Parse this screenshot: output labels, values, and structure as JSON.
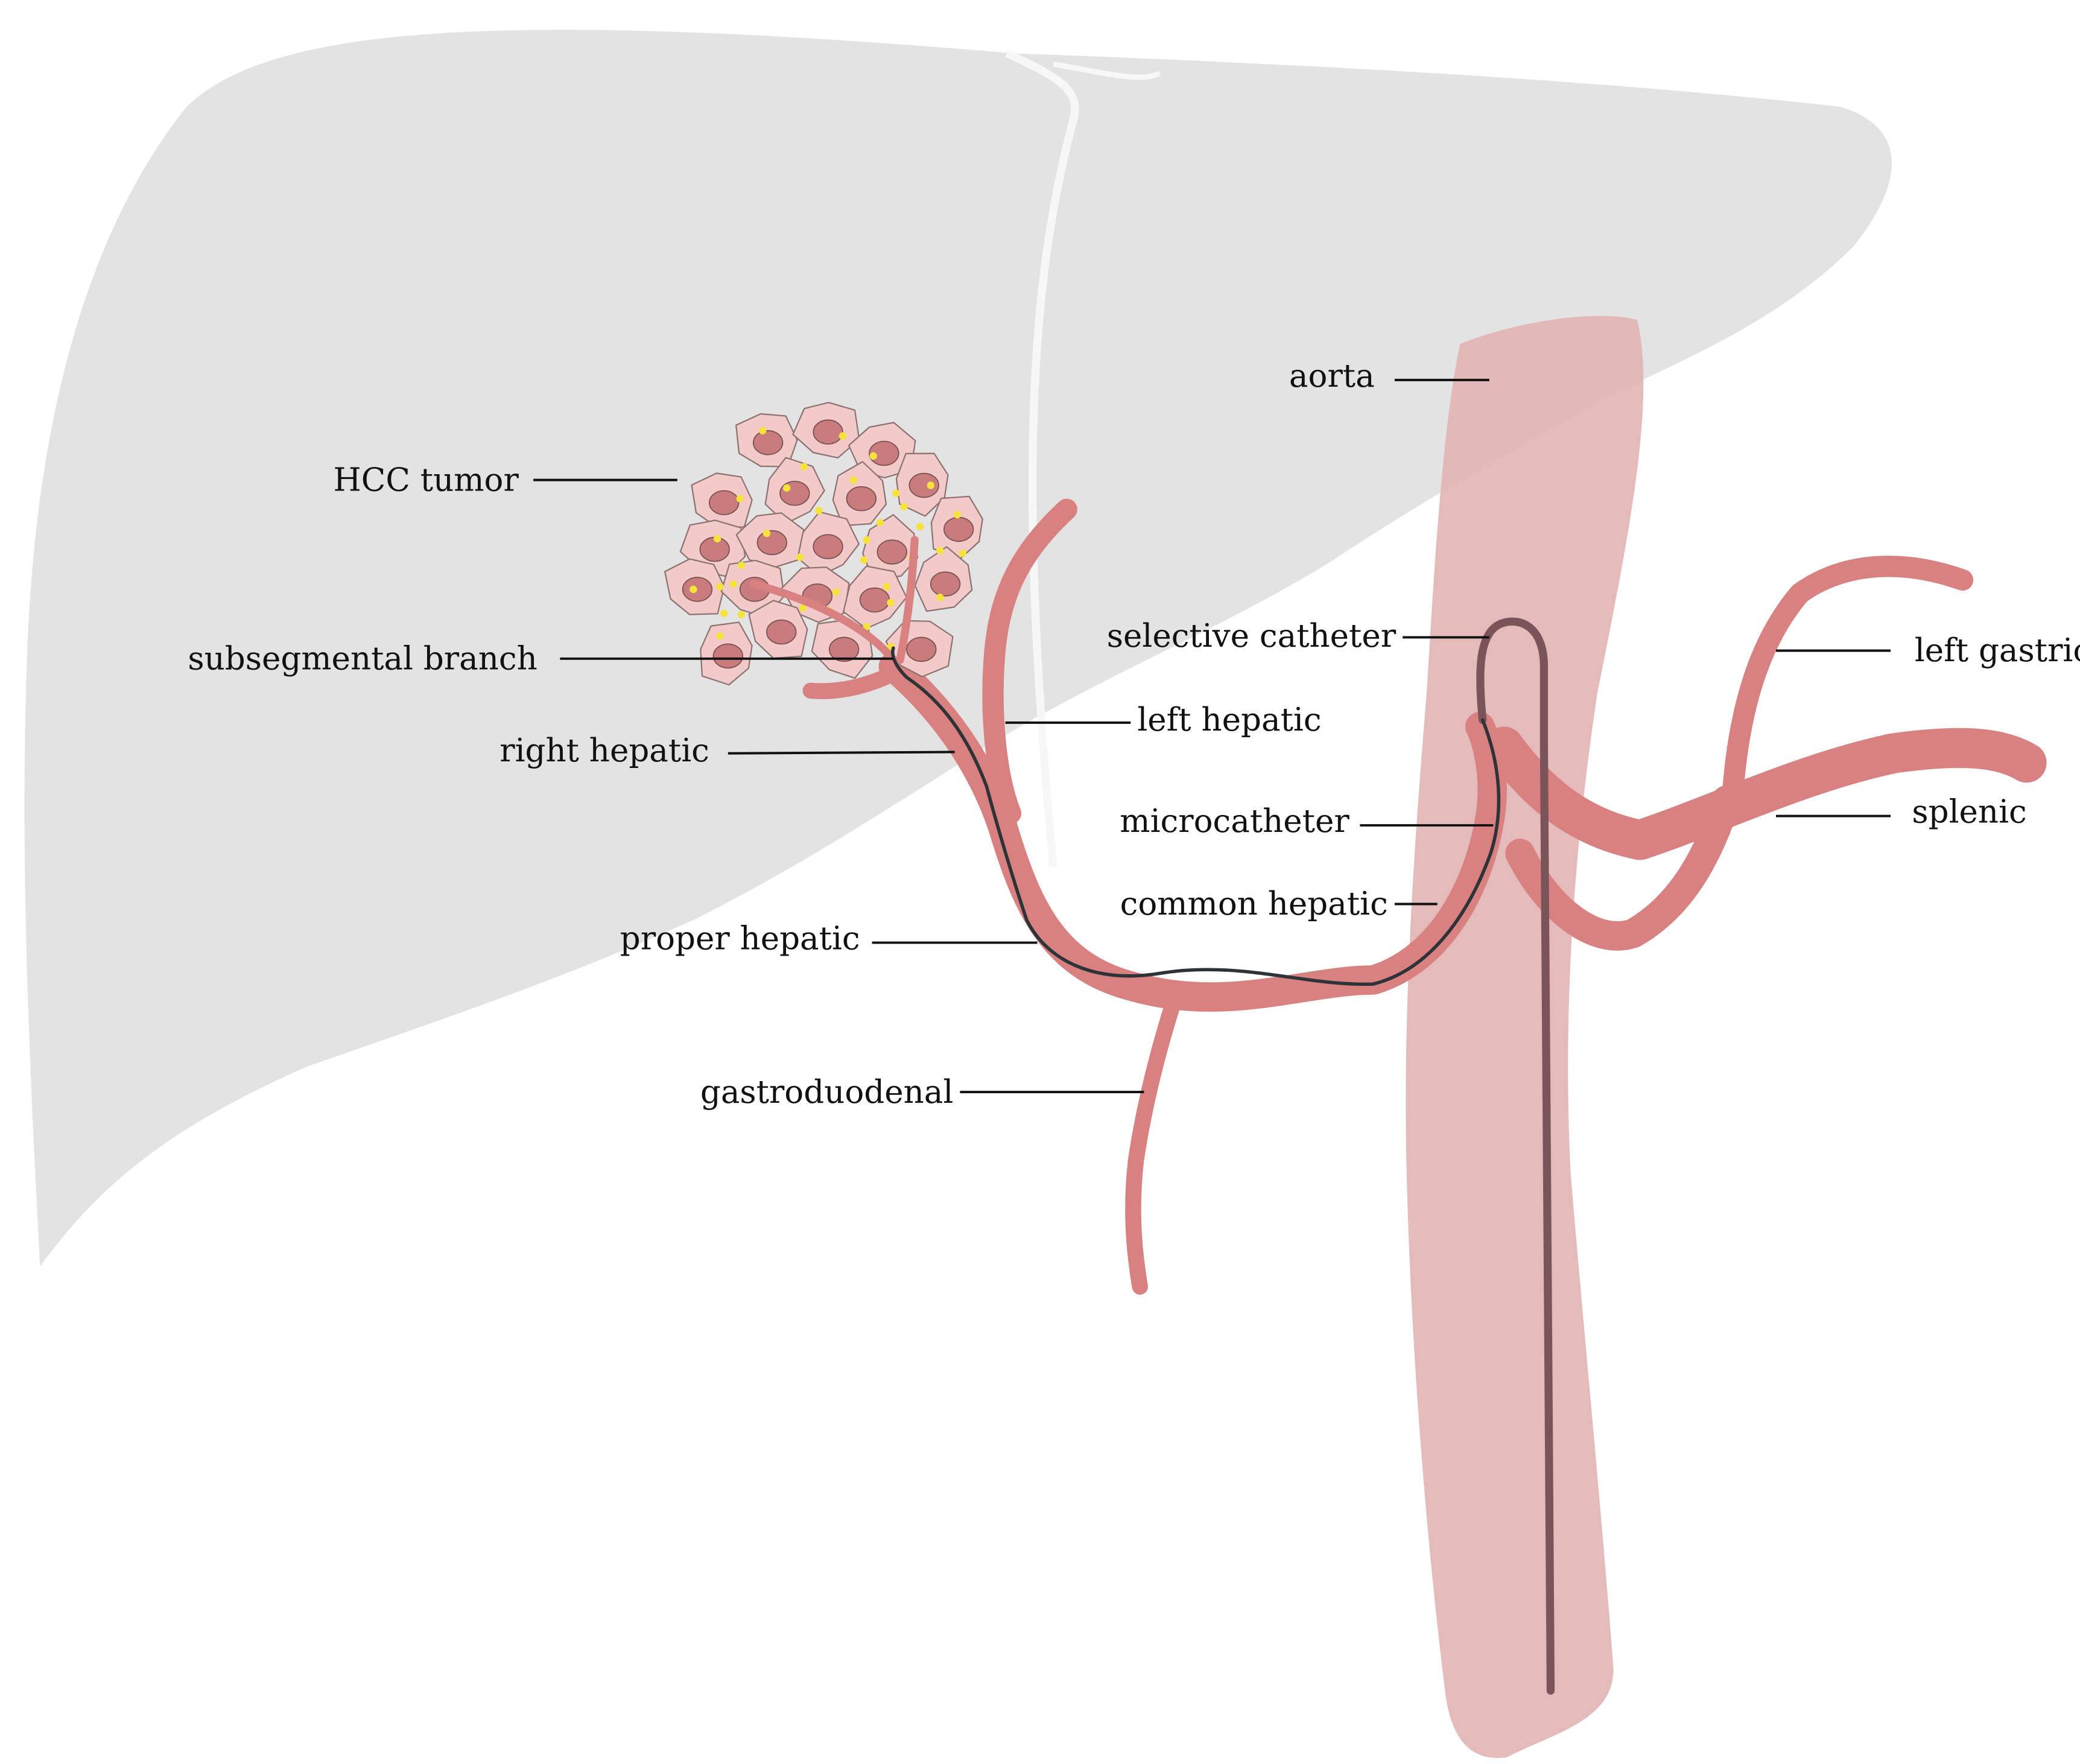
{
  "diagram": {
    "labels": {
      "hcc_tumor": "HCC tumor",
      "subsegmental_branch": "subsegmental branch",
      "right_hepatic": "right hepatic",
      "proper_hepatic": "proper hepatic",
      "gastroduodenal": "gastroduodenal",
      "aorta": "aorta",
      "selective_catheter": "selective catheter",
      "left_hepatic": "left hepatic",
      "microcatheter": "microcatheter",
      "common_hepatic": "common hepatic",
      "left_gastric": "left gastric",
      "splenic": "splenic"
    }
  },
  "colors": {
    "liver": "#e3e3e3",
    "aorta": "#e2b3b3",
    "artery": "#d98080",
    "tumor_cell": "#f2caca",
    "nucleus": "#c97c7c",
    "dot": "#f5e23a",
    "catheter": "#7a5458",
    "microcatheter": "#2e3338"
  }
}
